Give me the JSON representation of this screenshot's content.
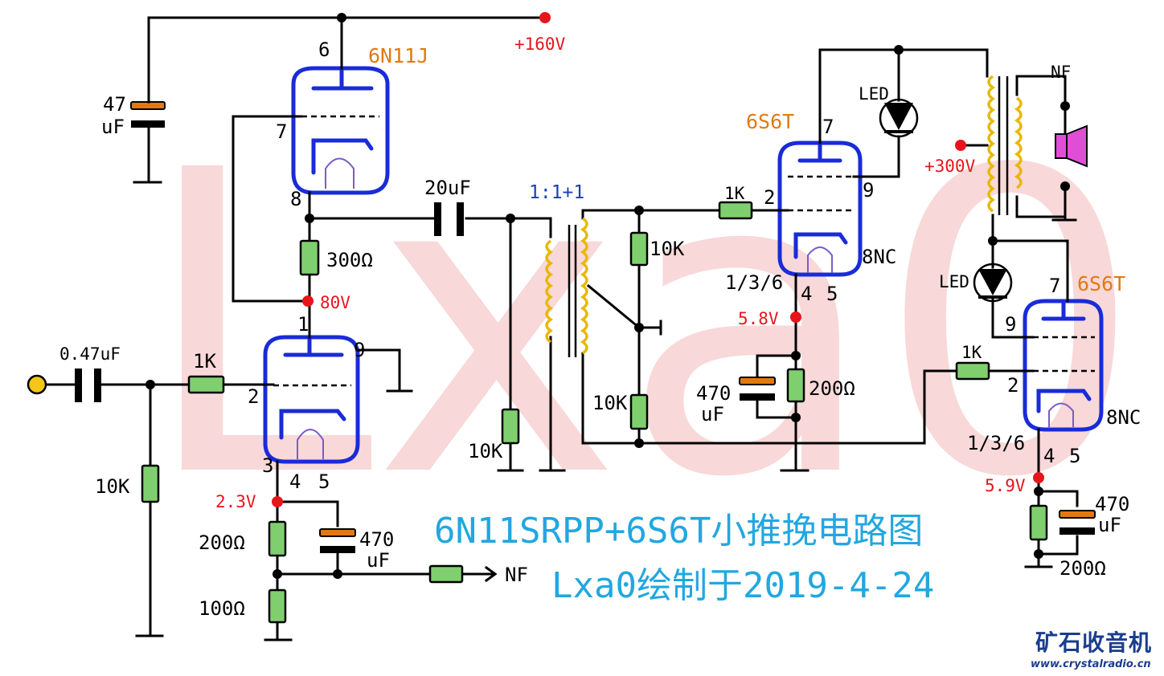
{
  "watermark": "Lxa0",
  "title": {
    "line1": "6N11SRPP+6S6T小推挽电路图",
    "line2": "Lxa0绘制于2019-4-24"
  },
  "logo": {
    "name": "矿石收音机",
    "url": "www.crystalradio.cn"
  },
  "colors": {
    "tube": "#1a2bd8",
    "resistor": "#7fcf6f",
    "coil": "#e8b800",
    "voltage": "#e8141c",
    "tube_name": "#e07a10",
    "title": "#22a7e0",
    "watermark": "#f6cccc"
  },
  "labels": {
    "supply_160": "+160V",
    "supply_300": "+300V",
    "tube_6n11j": "6N11J",
    "tube_6s6t_a": "6S6T",
    "tube_6s6t_b": "6S6T",
    "c47": "47",
    "c47_unit": "uF",
    "c20": "20uF",
    "c047": "0.47uF",
    "r300": "300Ω",
    "v80": "80V",
    "v23": "2.3V",
    "v58": "5.8V",
    "v59": "5.9V",
    "r1k_in": "1K",
    "r10k_in": "10K",
    "r200_a": "200Ω",
    "r100": "100Ω",
    "c470_a": "470",
    "c470_a_unit": "uF",
    "nf_out": "NF",
    "nf_spk": "NF",
    "ratio": "1:1+1",
    "r10k_sec": "10K",
    "r10k_b1": "10K",
    "r10k_b2": "10K",
    "r1k_a": "1K",
    "r1k_b": "1K",
    "led_a": "LED",
    "led_b": "LED",
    "pins_136_a": "1/3/6",
    "pins_136_b": "1/3/6",
    "nc_a": "8NC",
    "nc_b": "8NC",
    "c470_b": "470",
    "c470_b_unit": "uF",
    "r200_b": "200Ω",
    "c470_c": "470",
    "c470_c_unit": "uF",
    "r200_c": "200Ω",
    "p6": "6",
    "p7": "7",
    "p8": "8",
    "p1": "1",
    "p9": "9",
    "p2": "2",
    "p3": "3",
    "p4": "4",
    "p5": "5",
    "a7": "7",
    "a2": "2",
    "a9": "9",
    "a4": "4",
    "a5": "5",
    "b7": "7",
    "b9": "9",
    "b2": "2",
    "b4": "4",
    "b5": "5"
  }
}
